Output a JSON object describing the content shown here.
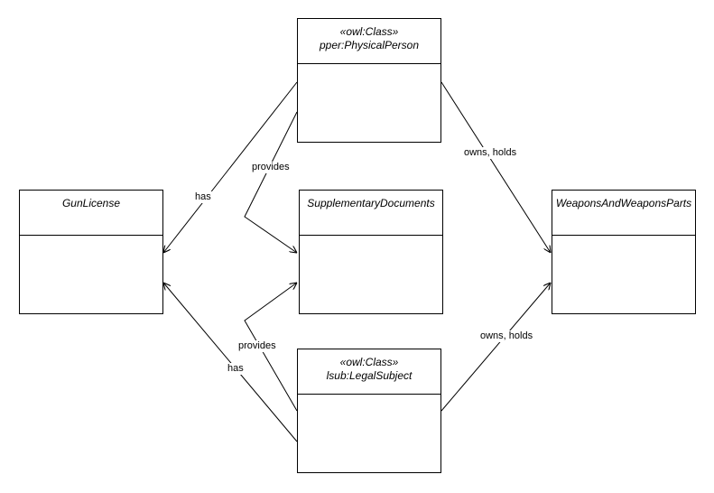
{
  "classes": {
    "physical_person": {
      "stereotype": "«owl:Class»",
      "name": "pper:PhysicalPerson"
    },
    "gun_license": {
      "name": "GunLicense"
    },
    "supplementary_documents": {
      "name": "SupplementaryDocuments"
    },
    "weapons": {
      "name": "WeaponsAndWeaponsParts"
    },
    "legal_subject": {
      "stereotype": "«owl:Class»",
      "name": "lsub:LegalSubject"
    }
  },
  "edges": {
    "pp_has": "has",
    "pp_provides": "provides",
    "pp_owns": "owns, holds",
    "ls_provides": "provides",
    "ls_has": "has",
    "ls_owns": "owns, holds"
  }
}
